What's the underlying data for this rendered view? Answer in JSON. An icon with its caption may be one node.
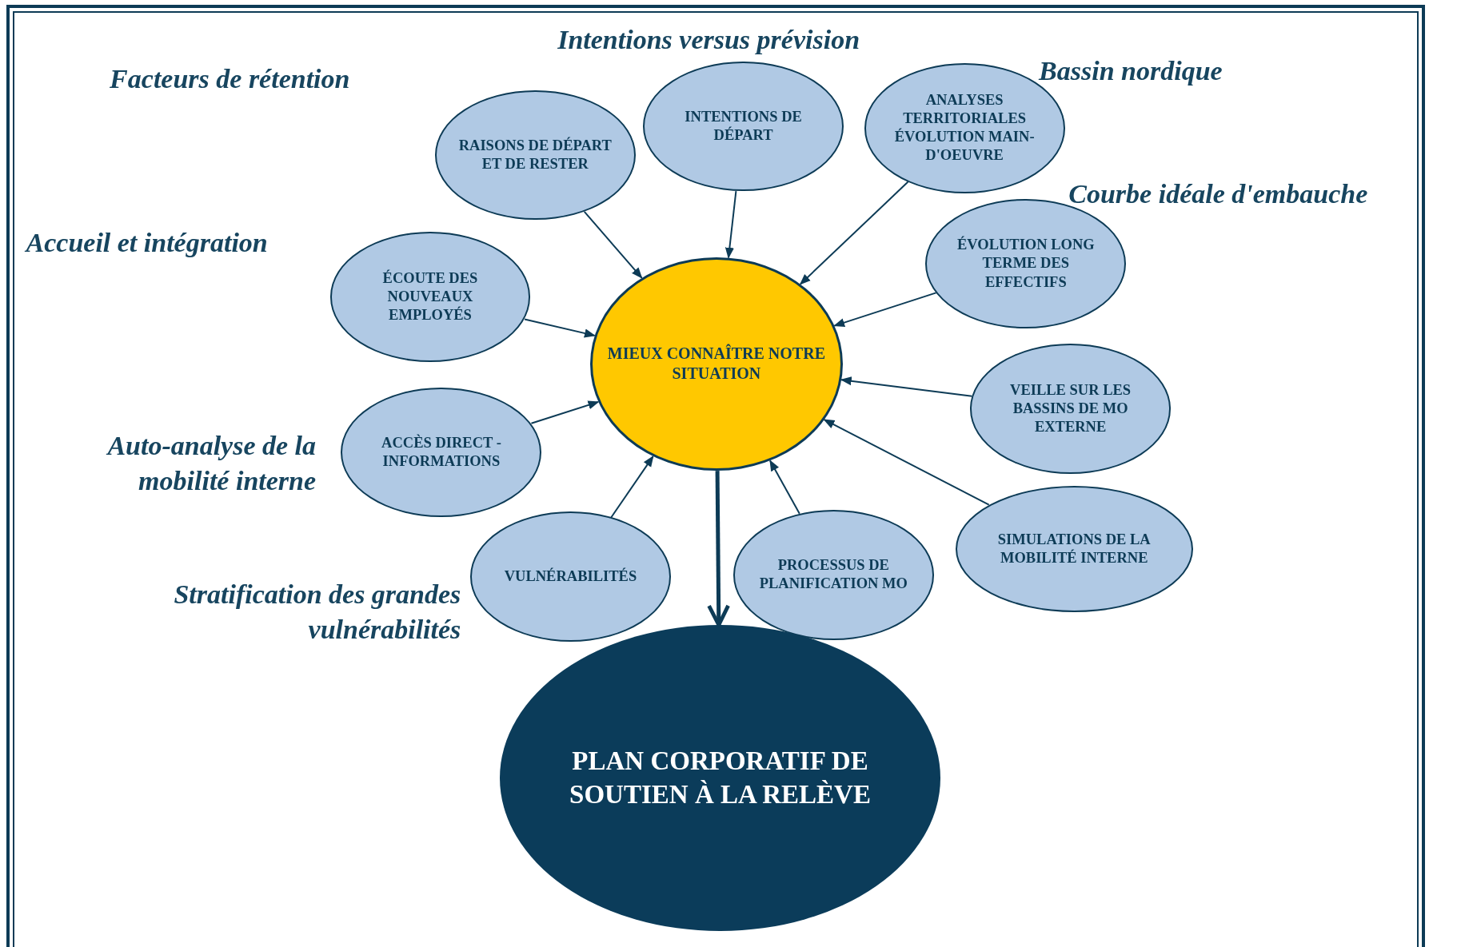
{
  "diagram": {
    "nodes": [
      {
        "text": [
          "RAISONS DE DÉPART ET DE RESTER"
        ],
        "beside": [
          "Facteurs de rétention"
        ]
      },
      {
        "text": [
          "INTENTIONS DE DÉPART"
        ],
        "beside": [
          "Intentions versus prévision"
        ]
      },
      {
        "text": [
          "ANALYSES TERRITORIALES ÉVOLUTION MAIN-D'OEUVRE"
        ],
        "beside": [
          "Bassin nordique"
        ]
      },
      {
        "text": [
          "ÉVOLUTION LONG TERME DES EFFECTIFS"
        ],
        "beside": [
          "Courbe idéale d'embauche"
        ]
      },
      {
        "text": [
          "ÉCOUTE DES NOUVEAUX EMPLOYÉS"
        ],
        "beside": [
          "Accueil et intégration"
        ]
      },
      {
        "text": [
          "MIEUX CONNAÎTRE NOTRE SITUATION"
        ]
      },
      {
        "text": [
          "VEILLE SUR LES BASSINS DE MO EXTERNE"
        ]
      },
      {
        "text": [
          "ACCÈS DIRECT - INFORMATIONS"
        ],
        "beside": [
          "Auto-analyse de la mobilité interne"
        ]
      },
      {
        "text": [
          "SIMULATIONS DE LA MOBILITÉ INTERNE"
        ]
      },
      {
        "text": [
          "VULNÉRABILITÉS"
        ],
        "beside": [
          "Stratification des grandes vulnérabilités"
        ]
      },
      {
        "text": [
          "PROCESSUS DE PLANIFICATION MO"
        ]
      },
      {
        "text": [
          "PLAN CORPORATIF DE SOUTIEN À LA RELÈVE"
        ]
      }
    ],
    "edges": [
      {
        "from": 0,
        "to": 5,
        "arrow": "to"
      },
      {
        "from": 1,
        "to": 5,
        "arrow": "to"
      },
      {
        "from": 2,
        "to": 5,
        "arrow": "to"
      },
      {
        "from": 3,
        "to": 5,
        "arrow": "to"
      },
      {
        "from": 4,
        "to": 5,
        "arrow": "to"
      },
      {
        "from": 6,
        "to": 5,
        "arrow": "to"
      },
      {
        "from": 7,
        "to": 5,
        "arrow": "to"
      },
      {
        "from": 8,
        "to": 5,
        "arrow": "to"
      },
      {
        "from": 9,
        "to": 5,
        "arrow": "to"
      },
      {
        "from": 10,
        "to": 5,
        "arrow": "to"
      },
      {
        "from": 5,
        "to": 11,
        "arrow": "to",
        "style": "thick"
      }
    ]
  }
}
